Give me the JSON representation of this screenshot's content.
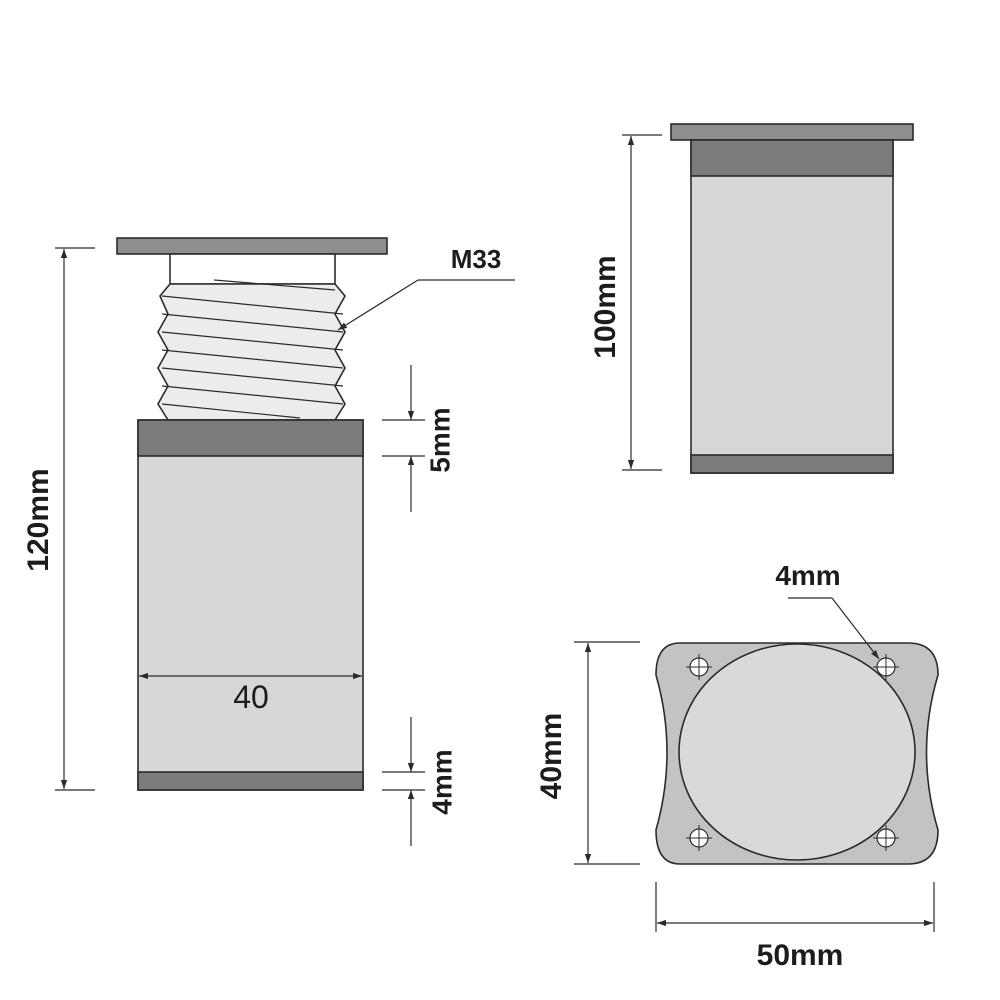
{
  "labels": {
    "total_height": "120mm",
    "thread": "M33",
    "upper_band": "5mm",
    "width": "40",
    "lower_band": "4mm",
    "body_height": "100mm",
    "hole": "4mm",
    "plate_depth": "40mm",
    "plate_width": "50mm"
  },
  "colors": {
    "outline": "#2b2b2b",
    "body_fill": "#d7d7d9",
    "band_fill": "#7b7b7e",
    "plate_fill": "#8e8e91",
    "base_fill": "#c3c3c5",
    "face_fill": "#d9d9db",
    "thread_fill": "#ececee"
  }
}
